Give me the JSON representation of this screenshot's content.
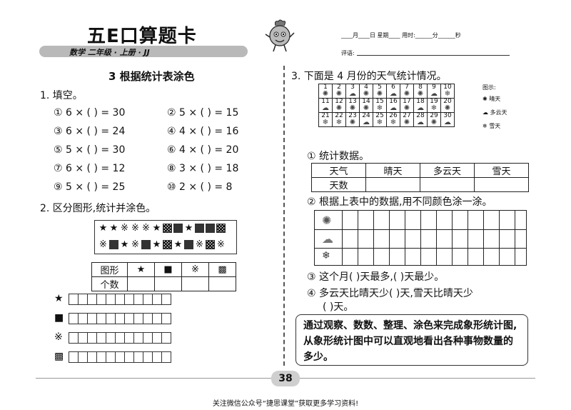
{
  "header": {
    "brand": "五E口算题卡",
    "subtitle": "数学   二年级 · 上册 · JJ",
    "date_line": "____月____日 星期____   用时:______分______秒",
    "comment_label": "评语:"
  },
  "left": {
    "section_title": "3   根据统计表涂色",
    "q1_label": "1. 填空。",
    "equations": [
      "① 6 × (     ) = 30",
      "② 5 × (     ) = 15",
      "③ 6 × (     ) = 24",
      "④ 4 × (     ) = 16",
      "⑤ 5 × (     ) = 30",
      "⑥ 4 × (     ) = 20",
      "⑦ 6 × (     ) = 12",
      "⑧ 3 × (     ) = 18",
      "⑨ 5 × (     ) = 25",
      "⑩ 2 × (     ) = 8"
    ],
    "q2_label": "2. 区分图形,统计并涂色。",
    "shape_row1": [
      "★",
      "★",
      "※",
      "※",
      "※",
      "★",
      "▩",
      "■",
      "★",
      "■",
      "■",
      "▩"
    ],
    "shape_row2": [
      "※",
      "■",
      "★",
      "※",
      "■",
      "★",
      "▩",
      "★",
      "■",
      "※",
      "▩",
      "※"
    ],
    "table_head": "图形",
    "table_count": "个数",
    "table_symbols": [
      "★",
      "■",
      "※",
      "▩"
    ],
    "bar_symbols": [
      "★",
      "■",
      "※",
      "▩"
    ]
  },
  "right": {
    "q3_label": "3. 下面是 4 月份的天气统计情况。",
    "calendar": [
      [
        "1",
        "2",
        "3",
        "4",
        "5",
        "6",
        "7",
        "8",
        "9",
        "10"
      ],
      [
        "11",
        "12",
        "13",
        "14",
        "15",
        "16",
        "17",
        "18",
        "19",
        "20"
      ],
      [
        "21",
        "22",
        "23",
        "24",
        "25",
        "26",
        "27",
        "28",
        "29",
        "30"
      ]
    ],
    "legend_title": "图示:",
    "legend": [
      "晴天",
      "多云天",
      "雪天"
    ],
    "sub1": "① 统计数据。",
    "stat_head": [
      "天气",
      "晴天",
      "多云天",
      "雪天"
    ],
    "stat_row_label": "天数",
    "sub2": "② 根据上表中的数据,用不同颜色涂一涂。",
    "sub3": "③ 这个月(     )天最多,(     )天最少。",
    "sub4a": "④ 多云天比晴天少(     )天,雪天比晴天少",
    "sub4b": "(     )天。",
    "note": "通过观察、数数、整理、涂色来完成象形统计图,从象形统计图中可以直观地看出各种事物数量的多少。"
  },
  "footer": {
    "page": "38",
    "text": "关注微信公众号“捷思课堂”获取更多学习资料!"
  }
}
